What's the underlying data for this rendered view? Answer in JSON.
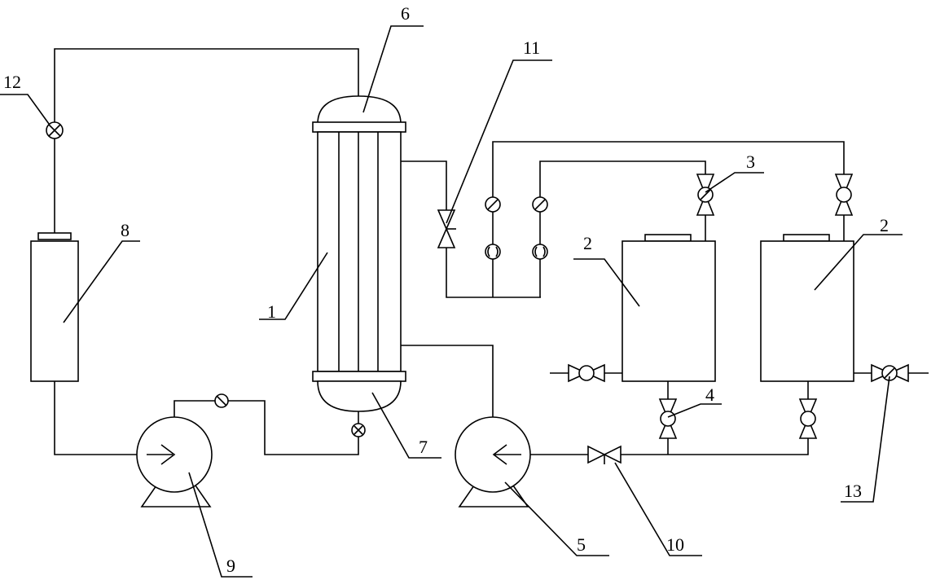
{
  "diagram": {
    "labels": {
      "reactor": "1",
      "tank_a": "2",
      "tank_b": "2",
      "valve_3": "3",
      "valve_4": "4",
      "pump_5": "5",
      "top_head": "6",
      "bottom_head": "7",
      "vessel_8": "8",
      "pump_9": "9",
      "valve_10": "10",
      "valve_11": "11",
      "gauge_12": "12",
      "valve_13": "13"
    },
    "colors": {
      "line": "#000000",
      "background": "#ffffff"
    }
  }
}
